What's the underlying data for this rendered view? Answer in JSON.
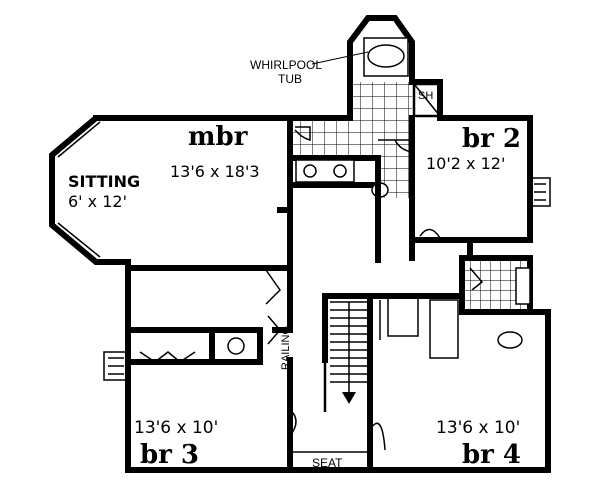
{
  "rooms": {
    "mbr": {
      "name": "mbr",
      "dims": "13'6 x 18'3"
    },
    "sitting": {
      "name": "SITTING",
      "dims": "6' x 12'"
    },
    "br2": {
      "name": "br 2",
      "dims": "10'2 x 12'"
    },
    "br3": {
      "name": "br 3",
      "dims": "13'6 x 10'"
    },
    "br4": {
      "name": "br 4",
      "dims": "13'6 x 10'"
    }
  },
  "fixtures": {
    "whirlpool_line1": "WHIRLPOOL",
    "whirlpool_line2": "TUB",
    "shower": "SH",
    "railing": "RAILING",
    "seat": "SEAT"
  }
}
